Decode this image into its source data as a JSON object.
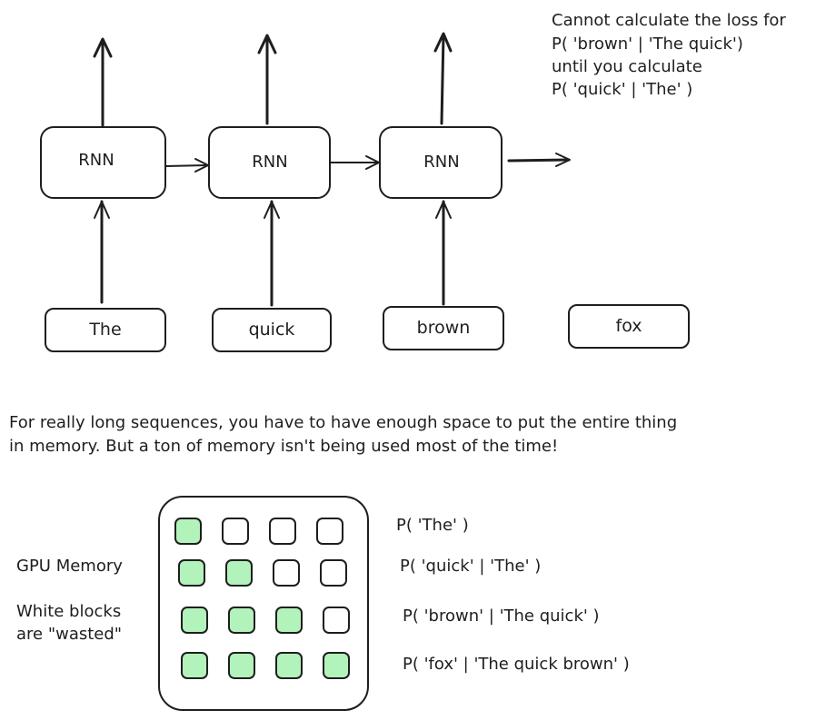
{
  "rnn_cells": [
    {
      "label": "RNN"
    },
    {
      "label": "RNN"
    },
    {
      "label": "RNN"
    }
  ],
  "tokens": [
    {
      "label": "The"
    },
    {
      "label": "quick"
    },
    {
      "label": "brown"
    },
    {
      "label": "fox"
    }
  ],
  "loss_note": {
    "lines": [
      "Cannot calculate the loss for",
      "P( 'brown' | 'The quick')",
      "until you calculate",
      "P( 'quick' | 'The' )"
    ]
  },
  "memory_note": {
    "lines": [
      "For really long sequences, you have to have enough space to put the entire thing",
      "in memory. But a ton of memory isn't being used most of the time!"
    ]
  },
  "gpu_memory": {
    "label": "GPU Memory",
    "caption_lines": [
      "White blocks",
      "are \"wasted\""
    ],
    "rows": [
      {
        "filled": 1,
        "total": 4,
        "probability": "P( 'The' )"
      },
      {
        "filled": 2,
        "total": 4,
        "probability": "P( 'quick' | 'The' )"
      },
      {
        "filled": 3,
        "total": 4,
        "probability": "P( 'brown' | 'The quick' )"
      },
      {
        "filled": 4,
        "total": 4,
        "probability": "P( 'fox' | 'The quick brown' )"
      }
    ]
  },
  "colors": {
    "filled_block": "#b2f2bb",
    "empty_block": "#ffffff",
    "stroke": "#1e1e1e"
  }
}
